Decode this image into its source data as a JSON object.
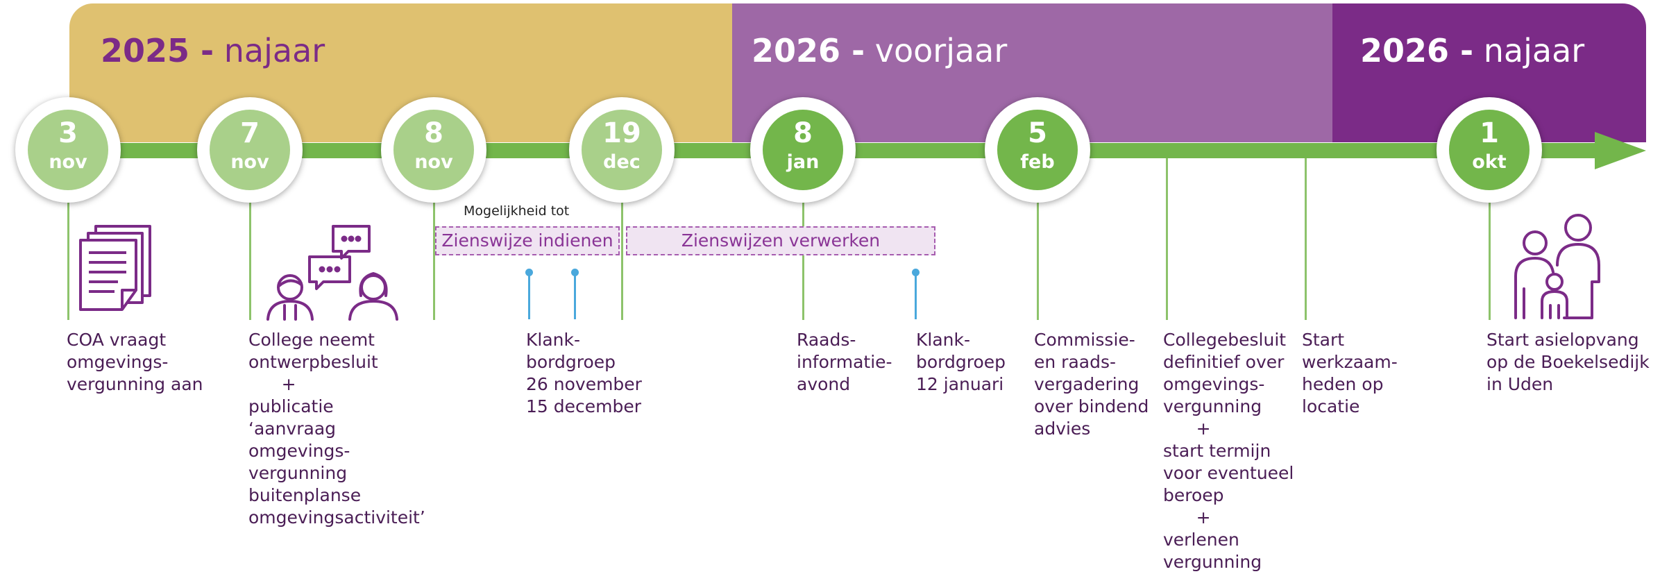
{
  "periods": [
    {
      "year": "2025 -",
      "season": "najaar"
    },
    {
      "year": "2026 -",
      "season": "voorjaar"
    },
    {
      "year": "2026 -",
      "season": "najaar"
    }
  ],
  "dates": [
    {
      "day": "3",
      "month": "nov"
    },
    {
      "day": "7",
      "month": "nov"
    },
    {
      "day": "8",
      "month": "nov"
    },
    {
      "day": "19",
      "month": "dec"
    },
    {
      "day": "8",
      "month": "jan"
    },
    {
      "day": "5",
      "month": "feb"
    },
    {
      "day": "1",
      "month": "okt"
    }
  ],
  "phases": {
    "note": "Mogelijkheid tot",
    "indienen": "Zienswijze indienen",
    "verwerken": "Zienswijzen verwerken"
  },
  "events": [
    {
      "lines": [
        "COA vraagt",
        "omgevings-",
        "vergunning aan"
      ]
    },
    {
      "lines": [
        "College neemt",
        "ontwerpbesluit",
        "      +",
        "publicatie",
        "‘aanvraag",
        "omgevings-",
        "vergunning",
        "buitenplanse",
        "omgevingsactiviteit’"
      ]
    },
    {
      "lines": [
        "Klank-",
        "bordgroep",
        "26 november",
        "15 december"
      ]
    },
    {
      "lines": [
        "Raads-",
        "informatie-",
        "avond"
      ]
    },
    {
      "lines": [
        "Klank-",
        "bordgroep",
        "12 januari"
      ]
    },
    {
      "lines": [
        "Commissie-",
        "en raads-",
        "vergadering",
        "over bindend",
        "advies"
      ]
    },
    {
      "lines": [
        "Collegebesluit",
        "definitief over",
        "omgevings-",
        "vergunning",
        "      +",
        "start termijn",
        "voor eventueel",
        "beroep",
        "      +",
        "verlenen",
        "vergunning"
      ]
    },
    {
      "lines": [
        "Start",
        "werkzaam-",
        "heden op",
        "locatie"
      ]
    },
    {
      "lines": [
        "Start asielopvang",
        "op de Boekelsedijk",
        "in Uden"
      ]
    }
  ],
  "colors": {
    "band_2025": "#dfc170",
    "band_2026_voorjaar": "#9e68a6",
    "band_2026_najaar": "#7b2b87",
    "axis_green": "#73b64b",
    "circle_light": "#a9d08a",
    "circle_dark": "#73b64b",
    "pin_blue": "#4aa8dc",
    "text_purple": "#5b2166"
  },
  "icons": [
    "document-icon",
    "conversation-people-icon",
    "family-icon"
  ]
}
